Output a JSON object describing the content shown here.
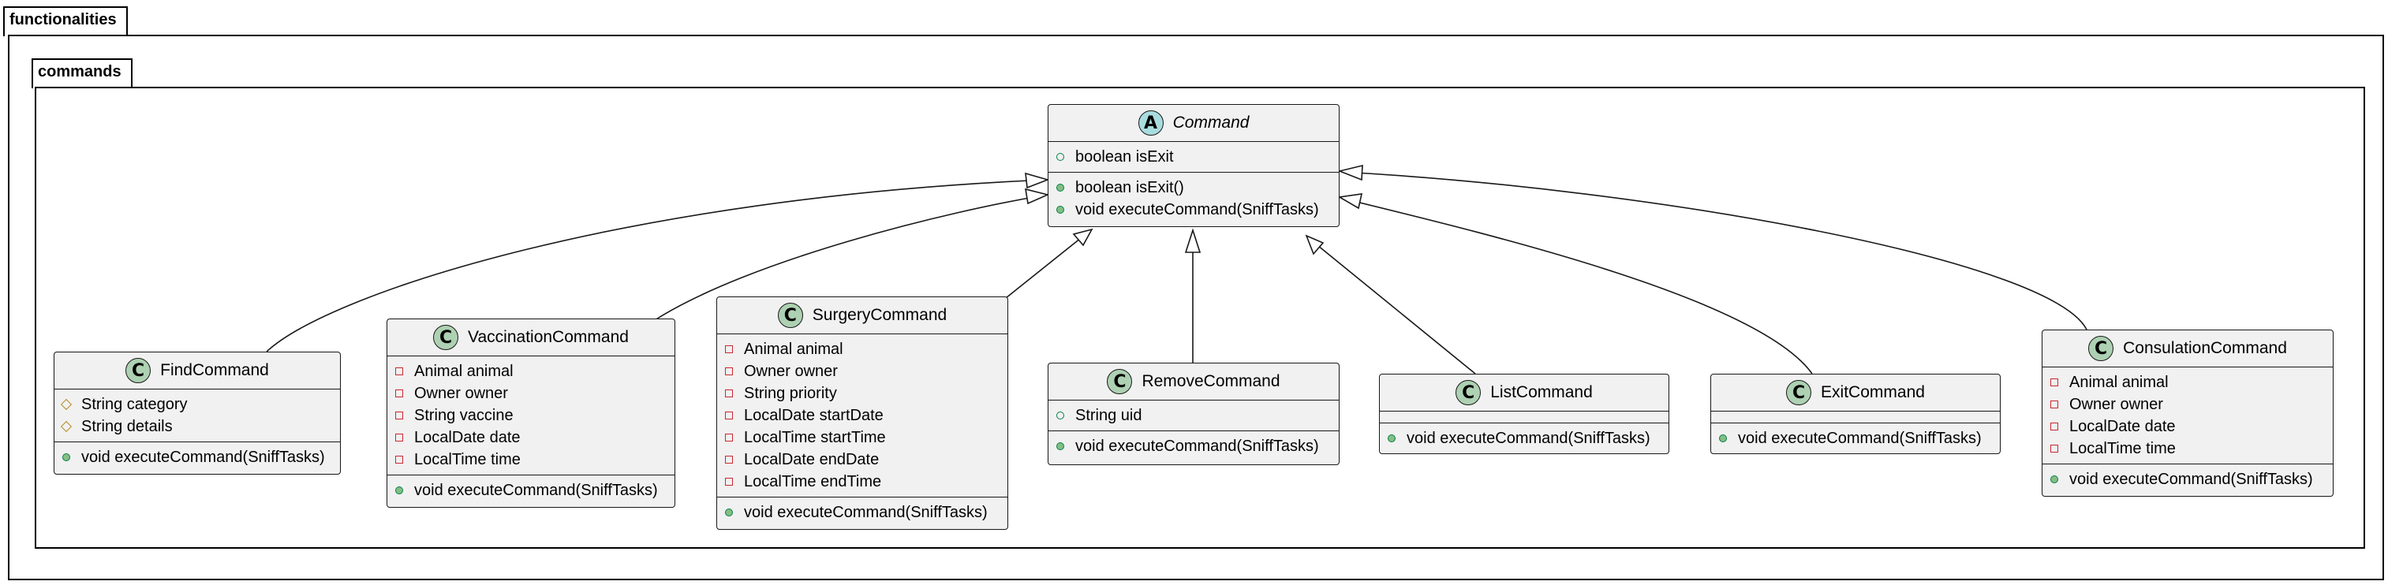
{
  "packages": {
    "outer": "functionalities",
    "inner": "commands"
  },
  "classes": {
    "command": {
      "name": "Command",
      "stereotype": "A",
      "fields": [
        {
          "vis": "public",
          "text": "boolean isExit"
        }
      ],
      "methods": [
        {
          "vis": "public",
          "text": "boolean isExit()"
        },
        {
          "vis": "public",
          "text": "void executeCommand(SniffTasks)"
        }
      ]
    },
    "find": {
      "name": "FindCommand",
      "stereotype": "C",
      "fields": [
        {
          "vis": "protected",
          "text": "String category"
        },
        {
          "vis": "protected",
          "text": "String details"
        }
      ],
      "methods": [
        {
          "vis": "public",
          "text": "void executeCommand(SniffTasks)"
        }
      ]
    },
    "vaccination": {
      "name": "VaccinationCommand",
      "stereotype": "C",
      "fields": [
        {
          "vis": "private",
          "text": "Animal animal"
        },
        {
          "vis": "private",
          "text": "Owner owner"
        },
        {
          "vis": "private",
          "text": "String vaccine"
        },
        {
          "vis": "private",
          "text": "LocalDate date"
        },
        {
          "vis": "private",
          "text": "LocalTime time"
        }
      ],
      "methods": [
        {
          "vis": "public",
          "text": "void executeCommand(SniffTasks)"
        }
      ]
    },
    "surgery": {
      "name": "SurgeryCommand",
      "stereotype": "C",
      "fields": [
        {
          "vis": "private",
          "text": "Animal animal"
        },
        {
          "vis": "private",
          "text": "Owner owner"
        },
        {
          "vis": "private",
          "text": "String priority"
        },
        {
          "vis": "private",
          "text": "LocalDate startDate"
        },
        {
          "vis": "private",
          "text": "LocalTime startTime"
        },
        {
          "vis": "private",
          "text": "LocalDate endDate"
        },
        {
          "vis": "private",
          "text": "LocalTime endTime"
        }
      ],
      "methods": [
        {
          "vis": "public",
          "text": "void executeCommand(SniffTasks)"
        }
      ]
    },
    "remove": {
      "name": "RemoveCommand",
      "stereotype": "C",
      "fields": [
        {
          "vis": "public",
          "text": "String uid"
        }
      ],
      "methods": [
        {
          "vis": "public",
          "text": "void executeCommand(SniffTasks)"
        }
      ]
    },
    "list": {
      "name": "ListCommand",
      "stereotype": "C",
      "fields": [],
      "methods": [
        {
          "vis": "public",
          "text": "void executeCommand(SniffTasks)"
        }
      ]
    },
    "exit": {
      "name": "ExitCommand",
      "stereotype": "C",
      "fields": [],
      "methods": [
        {
          "vis": "public",
          "text": "void executeCommand(SniffTasks)"
        }
      ]
    },
    "consulation": {
      "name": "ConsulationCommand",
      "stereotype": "C",
      "fields": [
        {
          "vis": "private",
          "text": "Animal animal"
        },
        {
          "vis": "private",
          "text": "Owner owner"
        },
        {
          "vis": "private",
          "text": "LocalDate date"
        },
        {
          "vis": "private",
          "text": "LocalTime time"
        }
      ],
      "methods": [
        {
          "vis": "public",
          "text": "void executeCommand(SniffTasks)"
        }
      ]
    }
  },
  "relations": [
    {
      "from": "find",
      "to": "command",
      "type": "extends"
    },
    {
      "from": "vaccination",
      "to": "command",
      "type": "extends"
    },
    {
      "from": "surgery",
      "to": "command",
      "type": "extends"
    },
    {
      "from": "remove",
      "to": "command",
      "type": "extends"
    },
    {
      "from": "list",
      "to": "command",
      "type": "extends"
    },
    {
      "from": "exit",
      "to": "command",
      "type": "extends"
    },
    {
      "from": "consulation",
      "to": "command",
      "type": "extends"
    }
  ]
}
